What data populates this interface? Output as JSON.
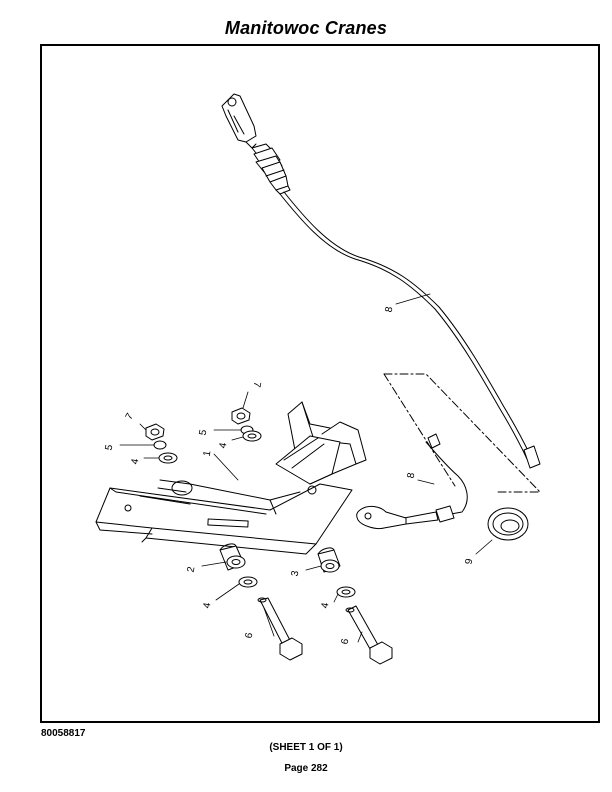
{
  "header": {
    "title": "Manitowoc Cranes"
  },
  "drawing": {
    "callouts": [
      "7",
      "5",
      "4",
      "7",
      "5",
      "4",
      "1",
      "2",
      "3",
      "4",
      "4",
      "6",
      "6",
      "8",
      "8",
      "9"
    ]
  },
  "footer": {
    "doc_number": "80058817",
    "sheet": "(SHEET 1 OF 1)",
    "page": "Page 282"
  }
}
